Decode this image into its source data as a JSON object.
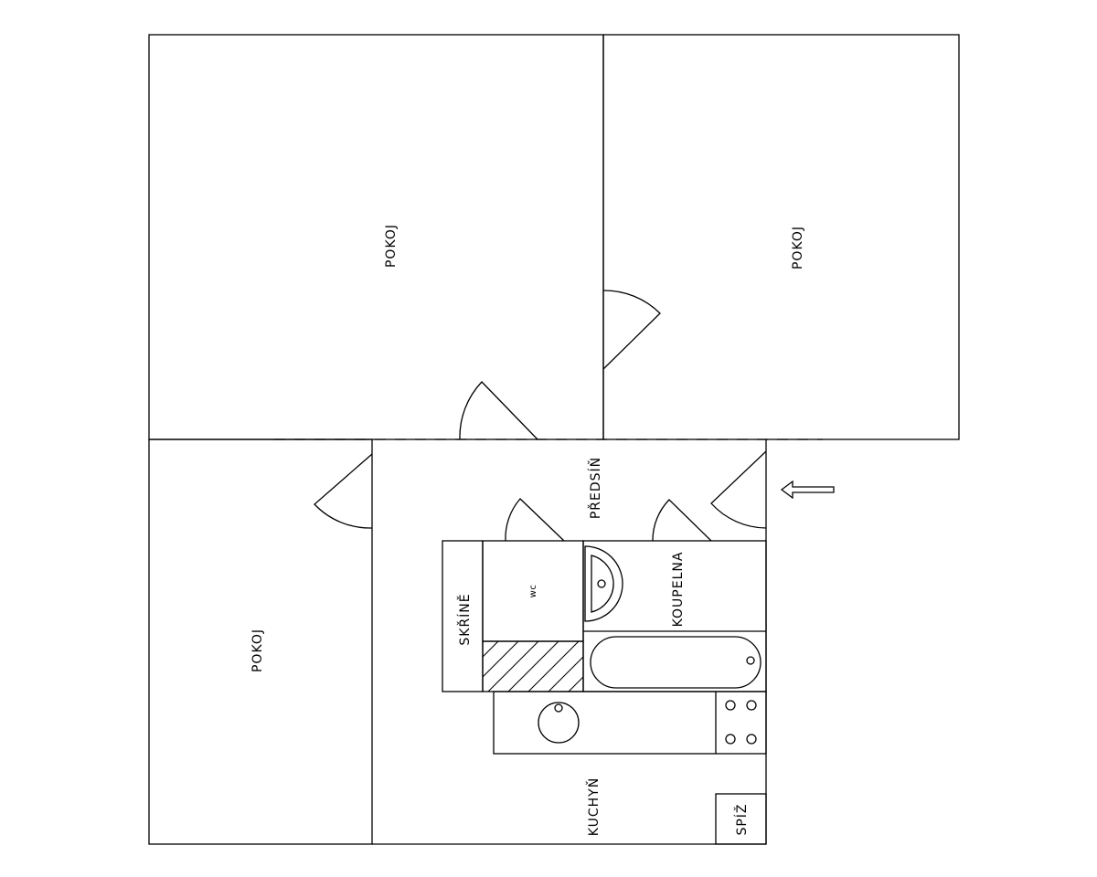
{
  "rooms": {
    "pokoj_top_left": "POKOJ",
    "pokoj_top_right": "POKOJ",
    "pokoj_bottom_left": "POKOJ",
    "predsin": "PŘEDSÍŇ",
    "skrine": "SKŘÍNĚ",
    "wc": "wc",
    "koupelna": "KOUPELNA",
    "kuchyn": "KUCHYŇ",
    "spiz": "SPÍŽ"
  },
  "icons": {
    "entrance": "entrance-arrow-icon"
  }
}
